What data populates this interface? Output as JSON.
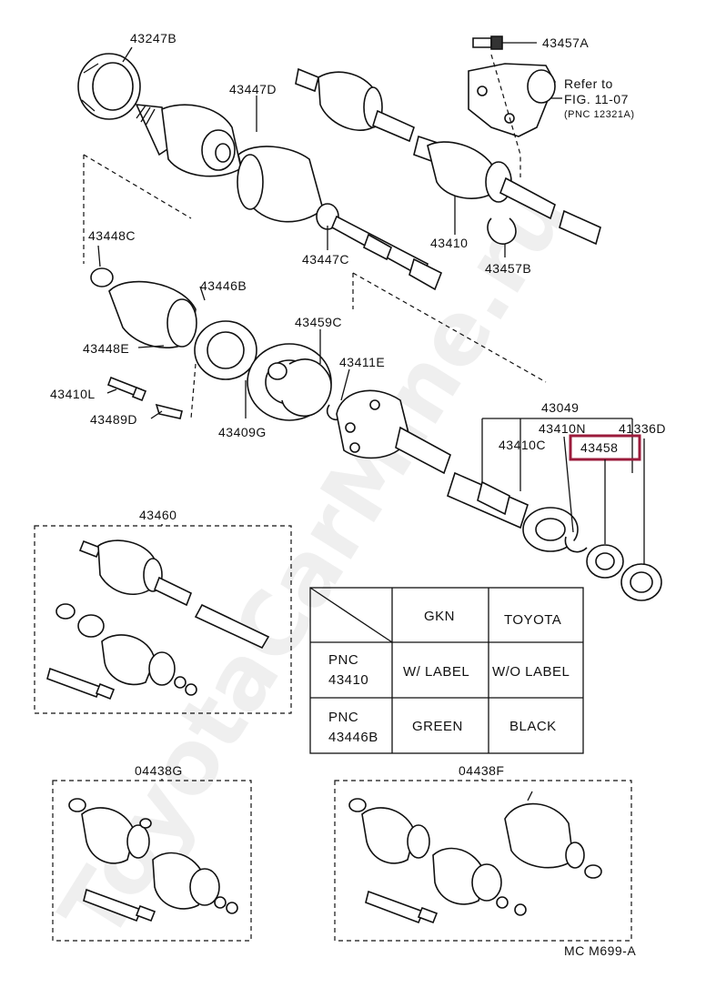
{
  "watermark": "ToyotaCarMine.ru",
  "labels": {
    "p43247B": "43247B",
    "p43457A": "43457A",
    "refer_line1": "Refer to",
    "refer_line2": "FIG. 11-07",
    "refer_line3": "(PNC 12321A)",
    "p43447D": "43447D",
    "p43448C": "43448C",
    "p43447C": "43447C",
    "p43410_top": "43410",
    "p43457B": "43457B",
    "p43446B": "43446B",
    "p43448E": "43448E",
    "p43459C": "43459C",
    "p43411E": "43411E",
    "p43410L": "43410L",
    "p43489D": "43489D",
    "p43409G": "43409G",
    "p43049": "43049",
    "p43410N": "43410N",
    "p41336D": "41336D",
    "p43410C": "43410C",
    "p43458": "43458",
    "p43460": "43460",
    "p04438G": "04438G",
    "p04438F": "04438F",
    "footer_code": "MC  M699-A"
  },
  "table": {
    "col_gkn": "GKN",
    "col_toyota": "TOYOTA",
    "row1_pnc": "PNC",
    "row1_num": "43410",
    "row1_gkn": "W/ LABEL",
    "row1_toyota": "W/O LABEL",
    "row2_pnc": "PNC",
    "row2_num": "43446B",
    "row2_gkn": "GREEN",
    "row2_toyota": "BLACK"
  },
  "colors": {
    "highlight": "#9b1b3b",
    "ink": "#111111"
  }
}
